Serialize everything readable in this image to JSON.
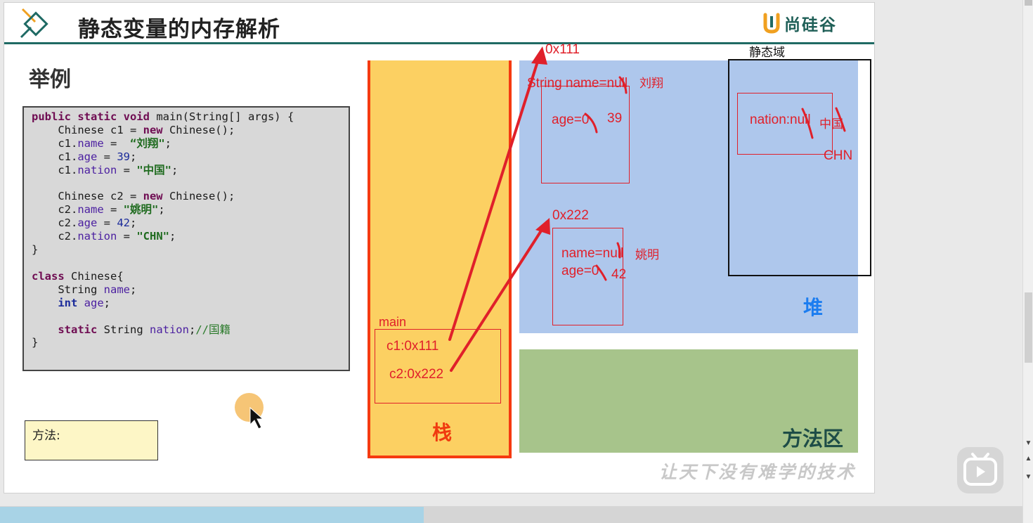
{
  "header": {
    "title": "静态变量的内存解析",
    "brand": "尚硅谷"
  },
  "example_heading": "举例",
  "code": {
    "l1_kw": "public static void",
    "l1_rest": " main(String[] args) {",
    "l2_a": "    Chinese c1 = ",
    "l2_kw": "new",
    "l2_b": " Chinese();",
    "l3_a": "    c1.",
    "l3_f": "name",
    "l3_b": " =  ",
    "l3_s": "“刘翔\"",
    "l3_c": ";",
    "l4_a": "    c1.",
    "l4_f": "age",
    "l4_b": " = ",
    "l4_n": "39",
    "l4_c": ";",
    "l5_a": "    c1.",
    "l5_f": "nation",
    "l5_b": " = ",
    "l5_s": "\"中国\"",
    "l5_c": ";",
    "l6_a": "    Chinese c2 = ",
    "l6_kw": "new",
    "l6_b": " Chinese();",
    "l7_a": "    c2.",
    "l7_f": "name",
    "l7_b": " = ",
    "l7_s": "\"姚明\"",
    "l7_c": ";",
    "l8_a": "    c2.",
    "l8_f": "age",
    "l8_b": " = ",
    "l8_n": "42",
    "l8_c": ";",
    "l9_a": "    c2.",
    "l9_f": "nation",
    "l9_b": " = ",
    "l9_s": "\"CHN\"",
    "l9_c": ";",
    "l10": "}",
    "l11_kw": "class",
    "l11_rest": " Chinese{",
    "l12_a": "    String ",
    "l12_f": "name",
    "l12_c": ";",
    "l13_kw": "int",
    "l13_f": "age",
    "l13_c": ";",
    "l14_kw": "static",
    "l14_a": " String ",
    "l14_f": "nation",
    "l14_c": ";",
    "l14_cmt": "//国籍",
    "l15": "}"
  },
  "method_box_label": "方法:",
  "regions": {
    "stack": "栈",
    "heap": "堆",
    "method_area": "方法区",
    "static_area": "静态域"
  },
  "annotations": {
    "addr1": "0x111",
    "addr2": "0x222",
    "obj1_name": "String name=null",
    "obj1_name_val": "刘翔",
    "obj1_age": "age=0",
    "obj1_age_val": "39",
    "obj2_name": "name=null",
    "obj2_name_val": "姚明",
    "obj2_age": "age=0",
    "obj2_age_val": "42",
    "nation": "nation:null",
    "nation_val1": "中国",
    "nation_val2": "CHN",
    "frame": "main",
    "c1": "c1:0x111",
    "c2": "c2:0x222"
  },
  "watermark": "让天下没有难学的技术",
  "colors": {
    "annotation_red": "#e0202a",
    "stack_fill": "#fcd062",
    "heap_fill": "#aec7ec",
    "method_area_fill": "#a7c48b",
    "title_line": "#1f6a64"
  }
}
